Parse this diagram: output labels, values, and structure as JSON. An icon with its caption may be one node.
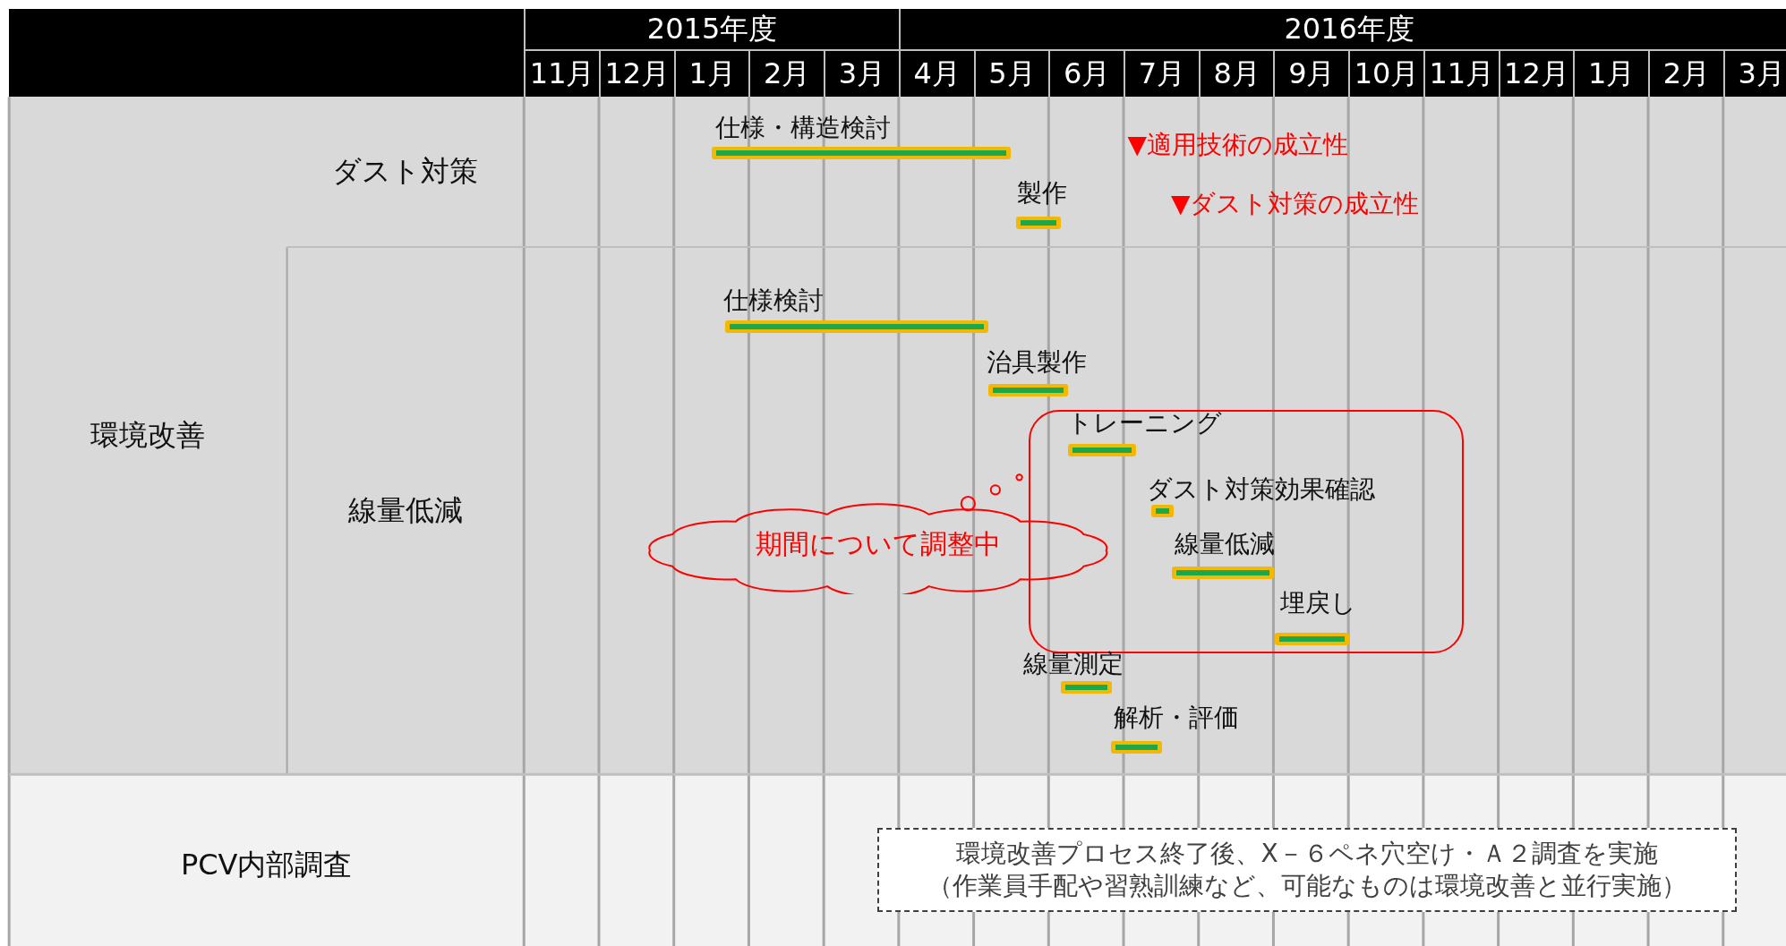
{
  "diagram": {
    "nodes": [
      {
        "text": [
          "仕様・構造検討"
        ]
      },
      {
        "text": [
          "製作"
        ]
      },
      {
        "text": [
          "仕様検討"
        ]
      },
      {
        "text": [
          "治具製作"
        ]
      },
      {
        "text": [],
        "shape": "box"
      },
      {
        "text": [
          "トレーニング"
        ],
        "in": 4
      },
      {
        "text": [
          "ダスト対策効果確認"
        ],
        "in": 4
      },
      {
        "text": [
          "線量低減"
        ],
        "in": 4
      },
      {
        "text": [
          "埋戻し"
        ],
        "in": 4
      },
      {
        "text": [
          "期間について調整中"
        ]
      },
      {
        "text": [
          "線量測定"
        ]
      },
      {
        "text": [
          "解析・評価"
        ]
      },
      {
        "text": [
          "環境改善プロセス終了後、X－６ペネ穴空け・Ａ２調査を実施",
          "（作業員手配や習熟訓練など、可能なものは環境改善と並行実施）"
        ]
      }
    ],
    "labels": [
      "2015年度",
      "2016年度",
      "11月",
      "12月",
      "1月",
      "2月",
      "3月",
      "4月",
      "5月",
      "6月",
      "7月",
      "8月",
      "9月",
      "10月",
      "11月",
      "12月",
      "1月",
      "2月",
      "3月",
      "ダスト対策",
      "環境改善",
      "線量低減",
      "PCV内部調査",
      "▼適用技術の成立性",
      "▼ダスト対策の成立性"
    ]
  }
}
